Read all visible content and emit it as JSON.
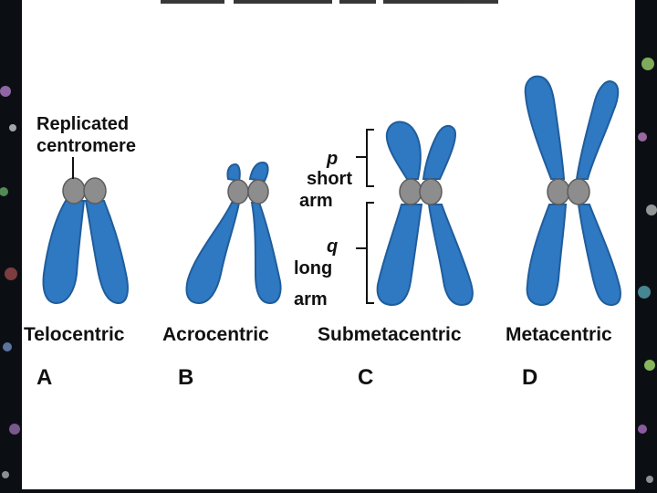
{
  "slide_title": "",
  "annotations": {
    "replicated_centromere_line1": "Replicated",
    "replicated_centromere_line2": "centromere",
    "p": "p",
    "p_line1": "short",
    "p_line2": "arm",
    "q": "q",
    "q_line1": "long",
    "q_line2": "arm"
  },
  "types": [
    {
      "name": "Telocentric",
      "letter": "A"
    },
    {
      "name": "Acrocentric",
      "letter": "B"
    },
    {
      "name": "Submetacentric",
      "letter": "C"
    },
    {
      "name": "Metacentric",
      "letter": "D"
    }
  ],
  "colors": {
    "chromatid": "#2f78c2",
    "centromere": "#8d8d8d",
    "panel": "#ffffff",
    "background": "#0b0f14"
  }
}
